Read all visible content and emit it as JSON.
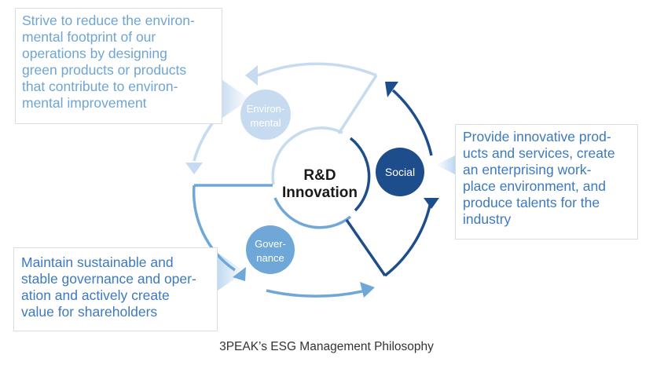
{
  "center": {
    "line1": "R&D",
    "line2": "Innovation"
  },
  "pillars": {
    "environmental": {
      "line1": "Environ-",
      "line2": "mental"
    },
    "social": {
      "line1": "Social"
    },
    "governance": {
      "line1": "Gover-",
      "line2": "nance"
    }
  },
  "descriptions": {
    "environmental": "Strive to reduce the environ-\nmental footprint of our\noperations by designing\ngreen products or products\nthat contribute to environ-\nmental improvement",
    "social": "Provide innovative prod-\nucts and services, create\nan enterprising work-\nplace environment, and\nproduce talents for the\nindustry",
    "governance": "Maintain sustainable and\nstable governance and oper-\nation and actively create\nvalue for shareholders"
  },
  "caption": "3PEAK’s ESG Management Philosophy",
  "colors": {
    "environmental": "#c6dbf0",
    "social": "#1e4d8c",
    "governance": "#6fa8d8"
  }
}
